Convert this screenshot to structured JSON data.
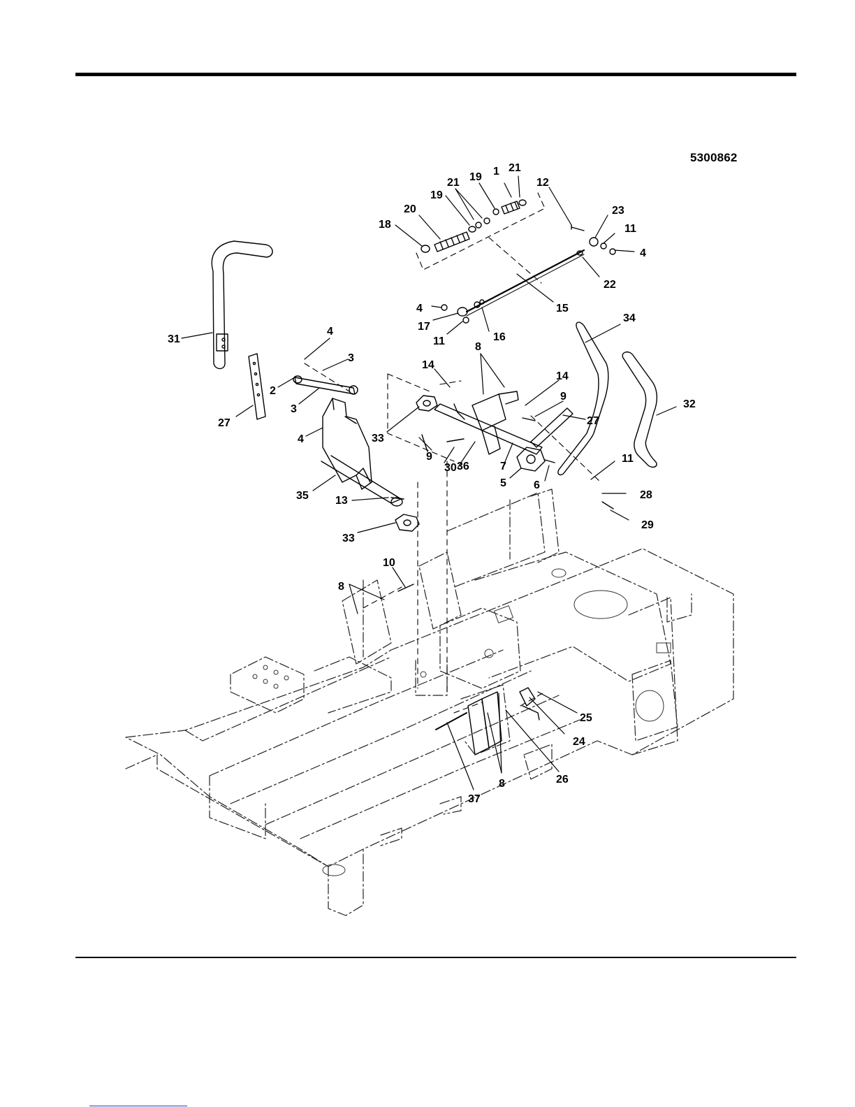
{
  "figure": {
    "id": "5300862"
  },
  "callouts": [
    {
      "num": "1"
    },
    {
      "num": "21"
    },
    {
      "num": "19"
    },
    {
      "num": "21"
    },
    {
      "num": "19"
    },
    {
      "num": "20"
    },
    {
      "num": "18"
    },
    {
      "num": "12"
    },
    {
      "num": "23"
    },
    {
      "num": "11"
    },
    {
      "num": "4"
    },
    {
      "num": "22"
    },
    {
      "num": "15"
    },
    {
      "num": "4"
    },
    {
      "num": "17"
    },
    {
      "num": "16"
    },
    {
      "num": "11"
    },
    {
      "num": "34"
    },
    {
      "num": "31"
    },
    {
      "num": "4"
    },
    {
      "num": "3"
    },
    {
      "num": "2"
    },
    {
      "num": "3"
    },
    {
      "num": "27"
    },
    {
      "num": "4"
    },
    {
      "num": "14"
    },
    {
      "num": "8"
    },
    {
      "num": "14"
    },
    {
      "num": "9"
    },
    {
      "num": "27"
    },
    {
      "num": "32"
    },
    {
      "num": "33"
    },
    {
      "num": "9"
    },
    {
      "num": "30"
    },
    {
      "num": "36"
    },
    {
      "num": "7"
    },
    {
      "num": "11"
    },
    {
      "num": "5"
    },
    {
      "num": "6"
    },
    {
      "num": "35"
    },
    {
      "num": "13"
    },
    {
      "num": "28"
    },
    {
      "num": "29"
    },
    {
      "num": "33"
    },
    {
      "num": "10"
    },
    {
      "num": "8"
    },
    {
      "num": "25"
    },
    {
      "num": "24"
    },
    {
      "num": "8"
    },
    {
      "num": "26"
    },
    {
      "num": "37"
    }
  ]
}
